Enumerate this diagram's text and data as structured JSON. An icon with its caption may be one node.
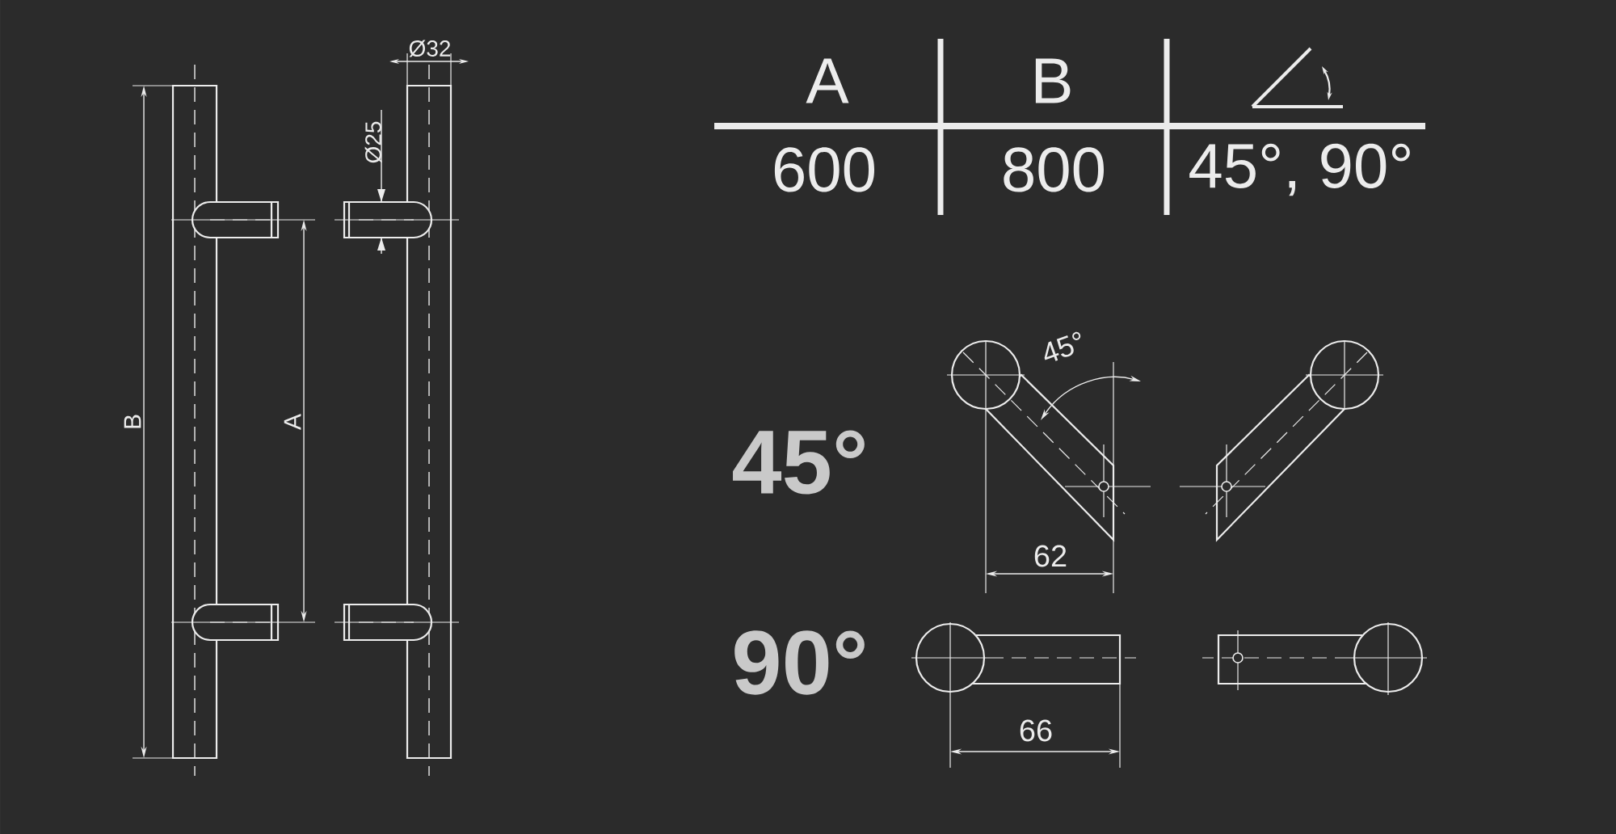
{
  "diagram": {
    "labels": [
      "Ø32",
      "Ø25",
      "B",
      "A",
      "A",
      "B",
      "600",
      "800",
      "45°, 90°",
      "45°",
      "45°",
      "62",
      "90°",
      "66"
    ]
  }
}
